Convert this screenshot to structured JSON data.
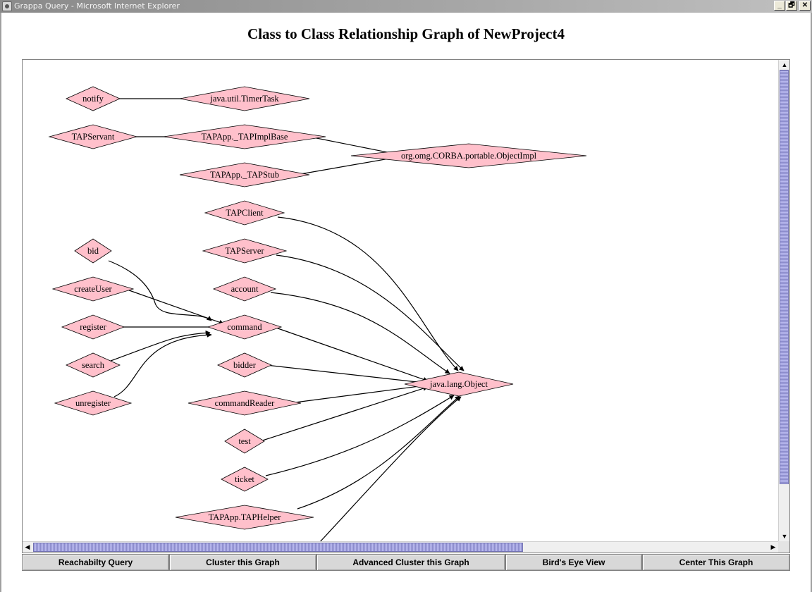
{
  "window": {
    "title": "Grappa Query - Microsoft Internet Explorer",
    "minimize_glyph": "_",
    "maximize_glyph": "🗗",
    "close_glyph": "✕"
  },
  "page": {
    "title": "Class to Class Relationship Graph of NewProject4"
  },
  "graph": {
    "node_fill": "#ffc0cb",
    "edge_color": "#000000",
    "nodes": [
      {
        "id": "notify",
        "label": "notify"
      },
      {
        "id": "timertask",
        "label": "java.util.TimerTask"
      },
      {
        "id": "tapservant",
        "label": "TAPServant"
      },
      {
        "id": "tapimplbase",
        "label": "TAPApp._TAPImplBase"
      },
      {
        "id": "objectimpl",
        "label": "org.omg.CORBA.portable.ObjectImpl"
      },
      {
        "id": "tapstub",
        "label": "TAPApp._TAPStub"
      },
      {
        "id": "tapclient",
        "label": "TAPClient"
      },
      {
        "id": "tapserver",
        "label": "TAPServer"
      },
      {
        "id": "bid",
        "label": "bid"
      },
      {
        "id": "account",
        "label": "account"
      },
      {
        "id": "createuser",
        "label": "createUser"
      },
      {
        "id": "command",
        "label": "command"
      },
      {
        "id": "register",
        "label": "register"
      },
      {
        "id": "bidder",
        "label": "bidder"
      },
      {
        "id": "search",
        "label": "search"
      },
      {
        "id": "javaobject",
        "label": "java.lang.Object"
      },
      {
        "id": "commandreader",
        "label": "commandReader"
      },
      {
        "id": "unregister",
        "label": "unregister"
      },
      {
        "id": "test",
        "label": "test"
      },
      {
        "id": "ticket",
        "label": "ticket"
      },
      {
        "id": "taphelper",
        "label": "TAPApp.TAPHelper"
      }
    ],
    "edges": [
      {
        "from": "notify",
        "to": "timertask"
      },
      {
        "from": "tapservant",
        "to": "tapimplbase"
      },
      {
        "from": "tapimplbase",
        "to": "objectimpl"
      },
      {
        "from": "tapstub",
        "to": "objectimpl"
      },
      {
        "from": "bid",
        "to": "command"
      },
      {
        "from": "createuser",
        "to": "command"
      },
      {
        "from": "register",
        "to": "command"
      },
      {
        "from": "search",
        "to": "command"
      },
      {
        "from": "unregister",
        "to": "command"
      },
      {
        "from": "tapclient",
        "to": "javaobject"
      },
      {
        "from": "tapserver",
        "to": "javaobject"
      },
      {
        "from": "account",
        "to": "javaobject"
      },
      {
        "from": "command",
        "to": "javaobject"
      },
      {
        "from": "bidder",
        "to": "javaobject"
      },
      {
        "from": "commandreader",
        "to": "javaobject"
      },
      {
        "from": "test",
        "to": "javaobject"
      },
      {
        "from": "ticket",
        "to": "javaobject"
      },
      {
        "from": "taphelper",
        "to": "javaobject"
      },
      {
        "from": "offscreen",
        "to": "javaobject"
      }
    ]
  },
  "buttons": {
    "reachability": "Reachabilty Query",
    "cluster": "Cluster this Graph",
    "advanced_cluster": "Advanced Cluster this Graph",
    "birds_eye": "Bird's Eye View",
    "center": "Center This Graph"
  },
  "scrollbars": {
    "up_icon": "▲",
    "down_icon": "▼",
    "left_icon": "◀",
    "right_icon": "▶"
  }
}
